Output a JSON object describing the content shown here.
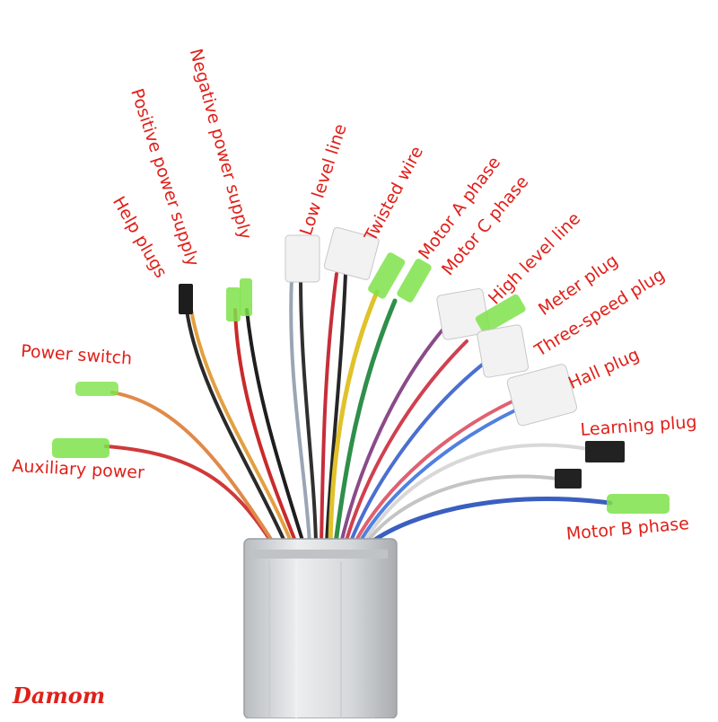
{
  "labels": {
    "negative_power_supply": "Negative power supply",
    "positive_power_supply": "Positive power supply",
    "help_plugs": "Help plugs",
    "low_level_line": "Low level line",
    "twisted_wire": "Twisted wire",
    "motor_a_phase": "Motor A phase",
    "motor_c_phase": "Motor C phase",
    "high_level_line": "High level line",
    "meter_plug": "Meter plug",
    "three_speed_plug": "Three-speed plug",
    "hall_plug": "Hall plug",
    "power_switch": "Power switch",
    "learning_plug": "Learning plug",
    "auxiliary_power": "Auxiliary power",
    "motor_b_phase": "Motor B phase"
  },
  "watermark": "Damom",
  "colors": {
    "label_text": "#e0201a",
    "connector_green": "#7fe24a",
    "connector_white": "#f2f2f2",
    "housing": "#cfd2d4"
  }
}
